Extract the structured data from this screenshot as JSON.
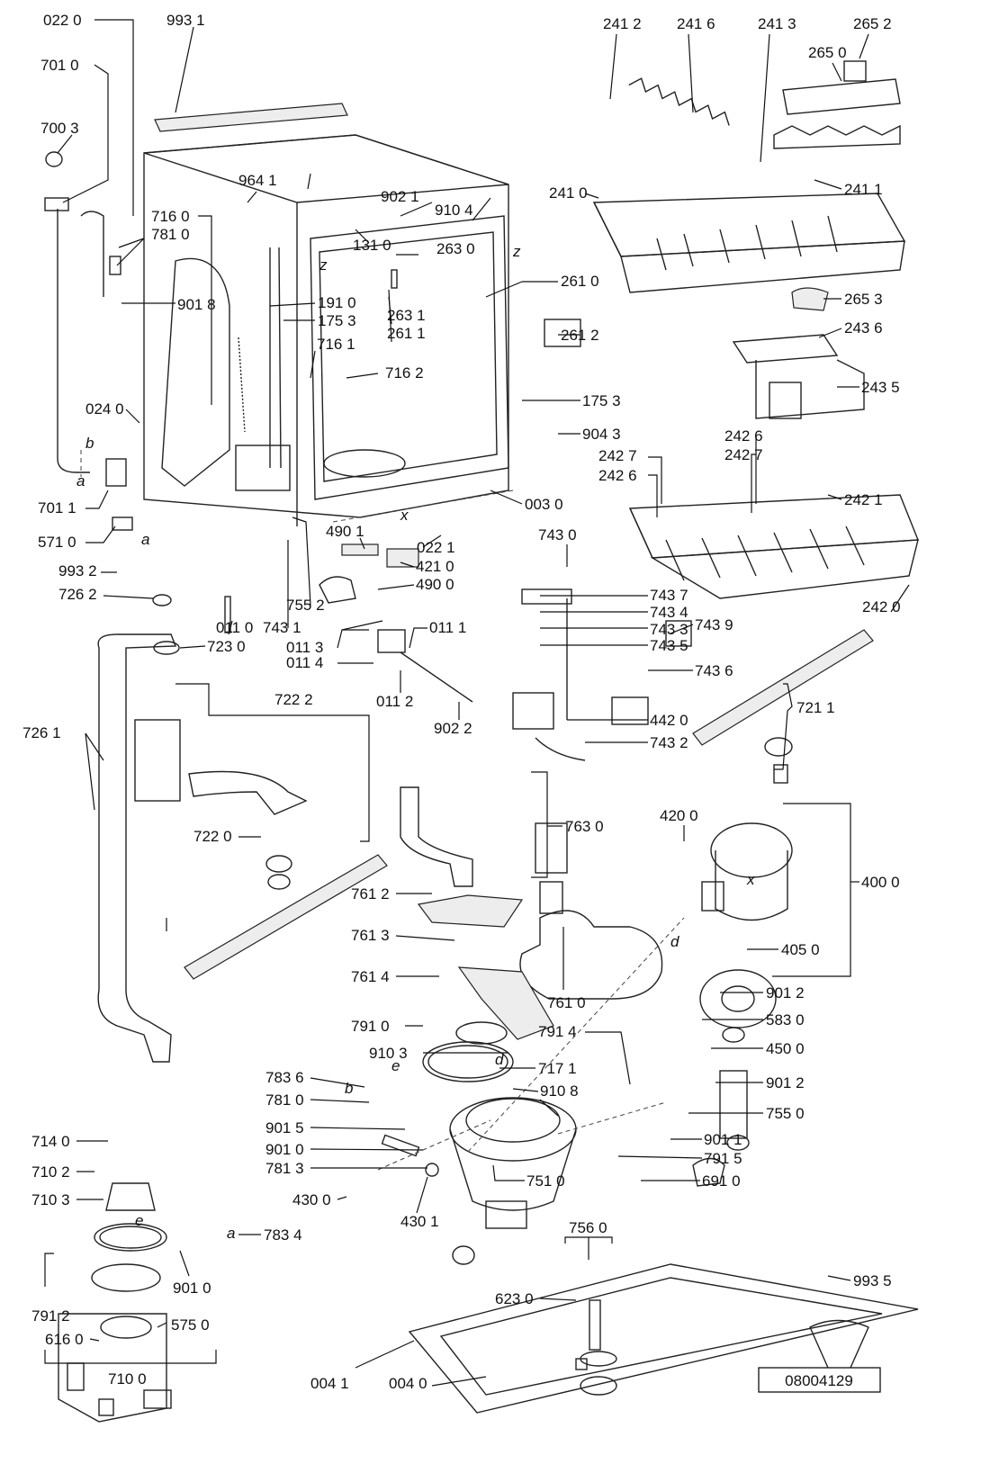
{
  "labels": [
    "022 0",
    "993 1",
    "701 0",
    "700 3",
    "964 1",
    "902 1",
    "910 4",
    "716 0",
    "781 0",
    "131 0",
    "263 0",
    "901 8",
    "191 0",
    "175 3",
    "263 1",
    "261 1",
    "716 1",
    "716 2",
    "261 0",
    "261 2",
    "024 0",
    "175 3",
    "904 3",
    "701 1",
    "003 0",
    "571 0",
    "022 1",
    "490 1",
    "421 0",
    "490 0",
    "993 2",
    "726 2",
    "755 2",
    "743 1",
    "011 0",
    "723 0",
    "011 1",
    "011 3",
    "011 4",
    "011 2",
    "902 2",
    "743 0",
    "743 7",
    "743 4",
    "743 3",
    "743 5",
    "743 9",
    "743 6",
    "442 0",
    "743 2",
    "241 2",
    "241 6",
    "241 3",
    "265 2",
    "265 0",
    "241 0",
    "241 1",
    "265 3",
    "243 6",
    "243 5",
    "242 7",
    "242 6",
    "242 6",
    "242 7",
    "242 1",
    "242 0",
    "721 1",
    "726 1",
    "722 2",
    "722 0",
    "763 0",
    "761 2",
    "761 3",
    "761 4",
    "761 0",
    "420 0",
    "400 0",
    "405 0",
    "901 2",
    "583 0",
    "791 0",
    "910 3",
    "791 4",
    "450 0",
    "717 1",
    "901 2",
    "783 6",
    "781 0",
    "910 8",
    "755 0",
    "901 5",
    "901 0",
    "781 3",
    "901 1",
    "791 5",
    "751 0",
    "691 0",
    "714 0",
    "710 2",
    "710 3",
    "430 0",
    "430 1",
    "783 4",
    "901 0",
    "756 0",
    "791 2",
    "575 0",
    "623 0",
    "616 0",
    "993 5",
    "710 0",
    "004 1",
    "004 0"
  ],
  "letters": [
    "b",
    "a",
    "z",
    "z",
    "x",
    "x",
    "d",
    "d",
    "e",
    "b",
    "a",
    "e",
    "a"
  ],
  "drawing_number": "08004129"
}
